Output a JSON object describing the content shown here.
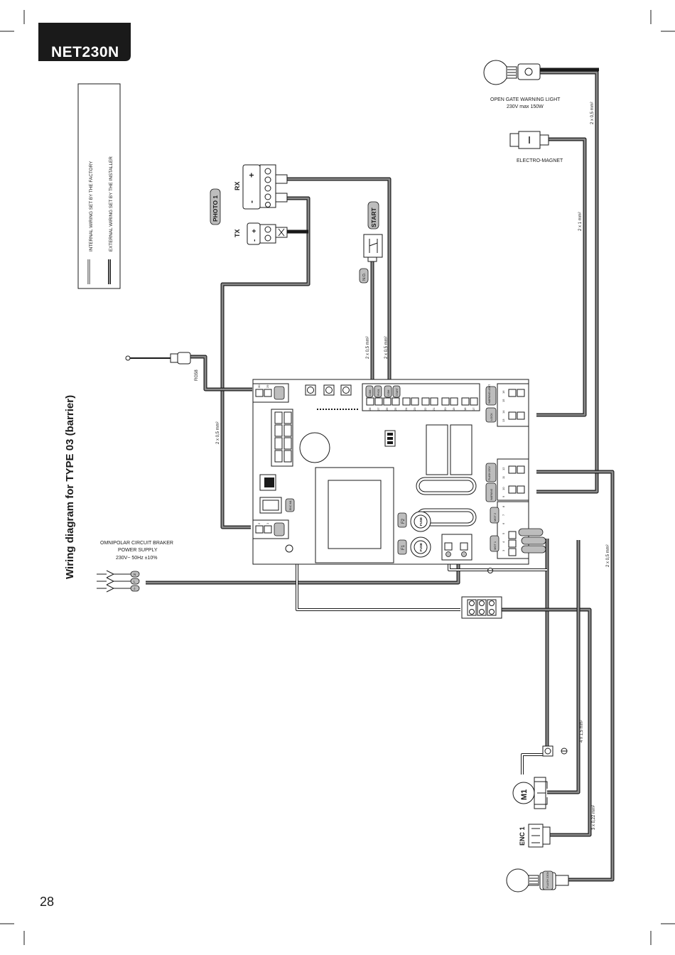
{
  "header": {
    "logo": "NET230N"
  },
  "page": {
    "number": "28"
  },
  "title": "Wiring diagram for TYPE 03 (barrier)",
  "legend": {
    "internal": "INTERNAL WIRING SET BY THE FACTORY",
    "external": "EXTERNAL WIRING SET BY THE INSTALLER"
  },
  "photo": {
    "tag": "PHOTO 1",
    "rx": "RX",
    "tx": "TX",
    "plus": "+",
    "minus": "-"
  },
  "start": {
    "tag": "START",
    "contact": "N.O."
  },
  "antenna": {
    "cable": "RG58"
  },
  "warning_light": {
    "label": "OPEN GATE WARNING LIGHT",
    "spec": "230V   max 150W"
  },
  "electromagnet": {
    "label": "ELECTRO-MAGNET"
  },
  "power": {
    "label": "OMNIPOLAR CIRCUIT BRAKER",
    "sub": "POWER SUPPLY",
    "spec": "230V~ 50Hz ±10%",
    "pins": [
      "N",
      "L",
      "⏚"
    ]
  },
  "cables": {
    "warning": "2 x 0,5 mm²",
    "magnet": "2 x 1 mm²",
    "start_a": "2 x 0,5 mm²",
    "start_b": "2 x 0,5 mm²",
    "photo": "2 x 0,5 mm²",
    "flash": "2 x 0,5 mm²",
    "motor": "4 x 1,5 mm²",
    "encoder": "3 x 0,22 mm²"
  },
  "board": {
    "top_terminals": [
      "28",
      "27",
      "26",
      "25",
      "24",
      "23",
      "22",
      "21",
      "20",
      "19",
      "18",
      "17"
    ],
    "right_top_terminals": [
      "16",
      "15",
      "14",
      "13"
    ],
    "right_mid_terminals": [
      "12",
      "11",
      "10",
      "9"
    ],
    "right_low_terminals": [
      "8",
      "7",
      "6",
      "5",
      "4",
      "3"
    ],
    "left_top_terminals": [
      "30",
      "29"
    ],
    "left_low_terminals": [
      "2",
      "1"
    ],
    "tags_top": [
      "COM",
      "PHO1",
      "COM",
      "START"
    ],
    "tags_right": [
      "WARNING LIGHT",
      "LOCK",
      "FLASH 230V",
      "WARNING",
      "MOT 2",
      "MOT 1"
    ],
    "enc": "ENC M1",
    "fuse_f1": "F1",
    "fuse_f2": "F2",
    "fuse_text": "FUSE"
  },
  "motor": {
    "label": "M1"
  },
  "encoder": {
    "label": "ENC 1"
  },
  "flash_lamp": {
    "tag": "FLASH 230V"
  }
}
